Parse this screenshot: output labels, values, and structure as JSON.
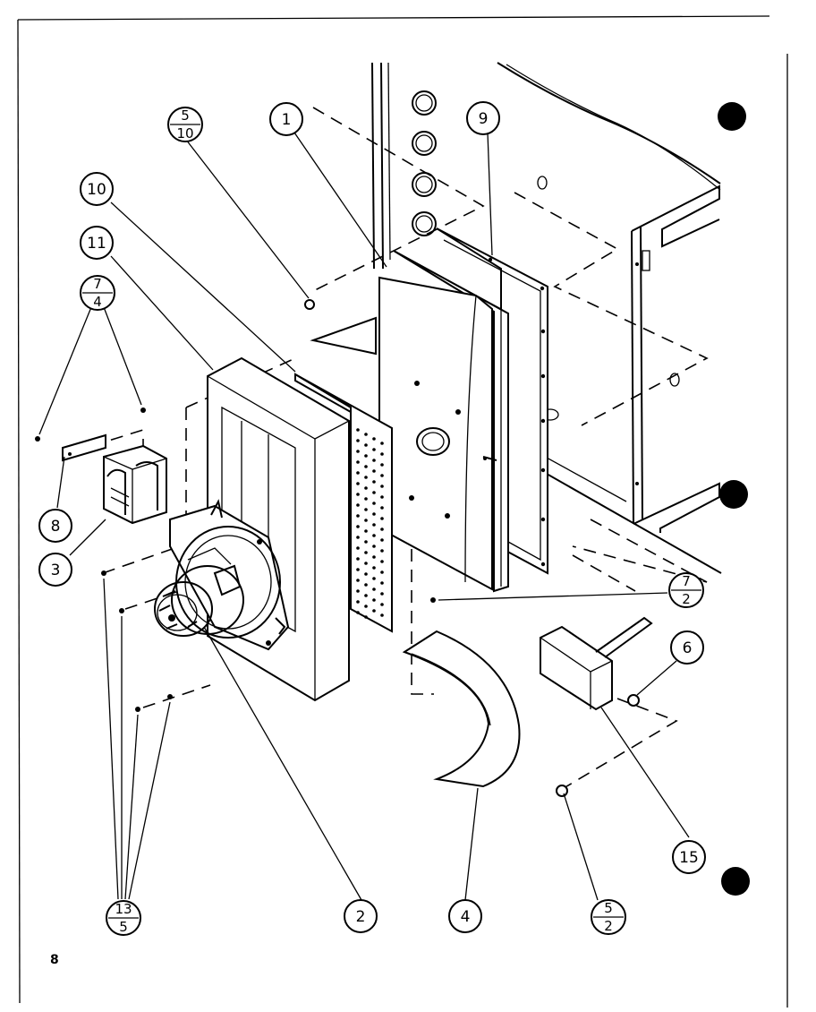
{
  "page_number": "8",
  "callouts": [
    {
      "id": "c1",
      "label": "1"
    },
    {
      "id": "c9",
      "label": "9"
    },
    {
      "id": "c10",
      "label": "10"
    },
    {
      "id": "c11",
      "label": "11"
    },
    {
      "id": "c8",
      "label": "8"
    },
    {
      "id": "c3",
      "label": "3"
    },
    {
      "id": "c6",
      "label": "6"
    },
    {
      "id": "c15",
      "label": "15"
    },
    {
      "id": "c2",
      "label": "2"
    },
    {
      "id": "c4",
      "label": "4"
    }
  ],
  "fraction_callouts": [
    {
      "id": "f510",
      "top": "5",
      "bottom": "10"
    },
    {
      "id": "f74",
      "top": "7",
      "bottom": "4"
    },
    {
      "id": "f72",
      "top": "7",
      "bottom": "2"
    },
    {
      "id": "f135",
      "top": "13",
      "bottom": "5"
    },
    {
      "id": "f52",
      "top": "5",
      "bottom": "2"
    }
  ]
}
